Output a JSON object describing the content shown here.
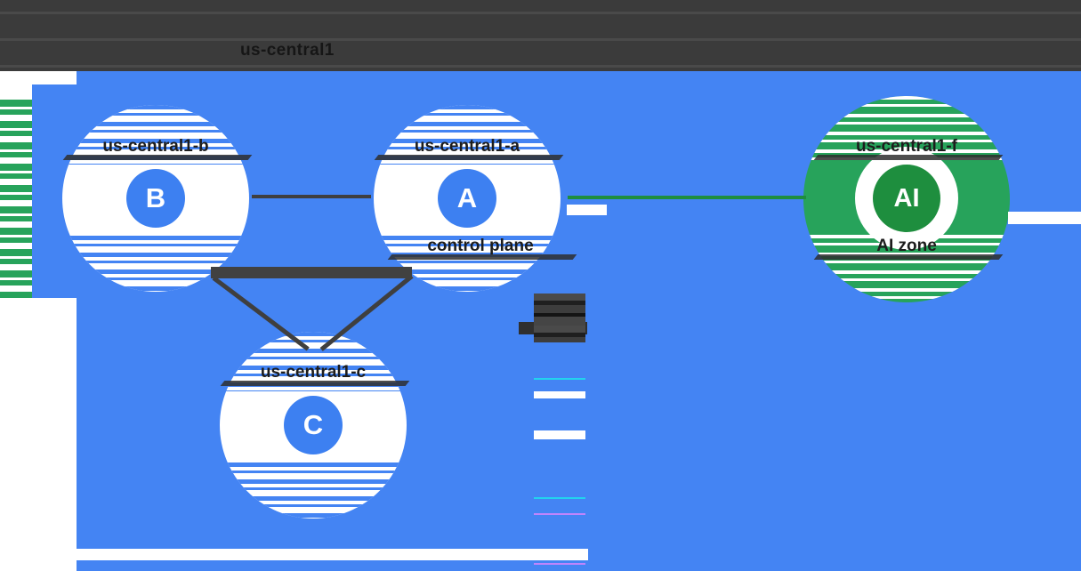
{
  "header": {
    "title": "us-central1"
  },
  "diagram": {
    "zones": [
      {
        "id": "b",
        "badge": "B",
        "label": "us-central1-b",
        "sublabel": ""
      },
      {
        "id": "a",
        "badge": "A",
        "label": "us-central1-a",
        "sublabel": "control plane"
      },
      {
        "id": "c",
        "badge": "C",
        "label": "us-central1-c",
        "sublabel": ""
      },
      {
        "id": "ai",
        "badge": "AI",
        "label": "us-central1-f",
        "sublabel": "AI zone"
      }
    ],
    "connections": [
      {
        "from": "B",
        "to": "A",
        "color": "#3f3f3f"
      },
      {
        "from": "B",
        "to": "C",
        "color": "#3f3f3f"
      },
      {
        "from": "A",
        "to": "C",
        "color": "#3f3f3f"
      },
      {
        "from": "A",
        "to": "AI",
        "color": "#1e8e3e"
      }
    ],
    "colors": {
      "header_bg": "#3b3b3b",
      "region_blue": "#4484f3",
      "badge_blue": "#3d80f1",
      "zone_white": "#ffffff",
      "ai_green": "#27a35b",
      "ai_badge_green": "#1e8e3e",
      "connector_dark": "#3f3f3f",
      "label_text": "#1d1d1d"
    }
  }
}
